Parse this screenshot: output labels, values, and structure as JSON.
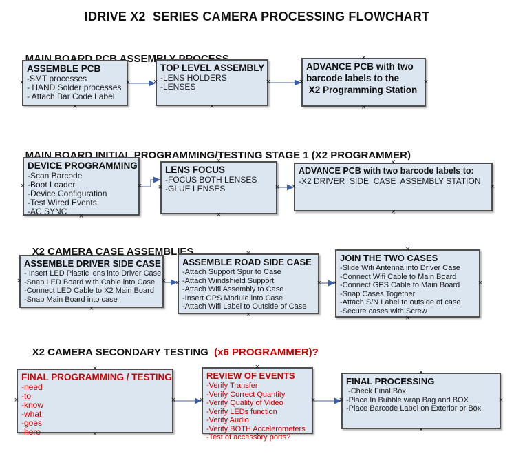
{
  "title": "IDRIVE X2  SERIES CAMERA PROCESSING FLOWCHART",
  "colors": {
    "box_fill": "#dce6f1",
    "box_border": "#4f4f4f",
    "connector_line": "#8595ba",
    "connector_arrow": "#3b5ea9",
    "accent_red": "#cc0000"
  },
  "icons": {
    "connection_handle": "×"
  },
  "sections": [
    {
      "heading": "MAIN BOARD PCB ASSEMBLY PROCESS",
      "boxes": [
        {
          "title": "ASSEMBLE PCB",
          "items": [
            "-SMT processes",
            "- HAND Solder processes",
            "- Attach Bar Code Label"
          ]
        },
        {
          "title": "TOP LEVEL ASSEMBLY",
          "items": [
            "-LENS HOLDERS",
            "-LENSES"
          ]
        },
        {
          "title": "ADVANCE PCB with two\nbarcode labels to the\n X2 Programming Station",
          "items": []
        }
      ]
    },
    {
      "heading": "MAIN BOARD INITIAL PROGRAMMING/TESTING STAGE 1 (X2 PROGRAMMER)",
      "boxes": [
        {
          "title": "DEVICE PROGRAMMING",
          "items": [
            "-Scan Barcode",
            "-Boot Loader",
            "-Device Configuration",
            "-Test Wired Events",
            "-AC SYNC"
          ]
        },
        {
          "title": "LENS FOCUS",
          "items": [
            "-FOCUS BOTH LENSES",
            "-GLUE LENSES"
          ]
        },
        {
          "title": "ADVANCE PCB with two barcode labels to:",
          "items": [
            "-X2 DRIVER  SIDE  CASE  ASSEMBLY STATION"
          ]
        }
      ]
    },
    {
      "heading": "X2 CAMERA CASE ASSEMBLIES",
      "boxes": [
        {
          "title": "ASSEMBLE DRIVER SIDE CASE",
          "items": [
            "- Insert LED Plastic lens into Driver Case",
            "-Snap LED Board with Cable into Case",
            "-Connect LED Cable to X2 Main Board",
            "-Snap Main Board into case"
          ]
        },
        {
          "title": "ASSEMBLE ROAD SIDE CASE",
          "items": [
            "-Attach Support Spur to Case",
            "-Attach Windshield Support",
            "-Attach Wifi Assembly to Case",
            "-Insert GPS Module into Case",
            "-Attach Wifi Label to Outside of Case"
          ]
        },
        {
          "title": "JOIN THE TWO CASES",
          "items": [
            "-Slide Wifi Antenna into Driver Case",
            "-Connect Wifi Cable to Main Board",
            "-Connect GPS Cable to Main Board",
            "-Snap Cases Together",
            "-Attach S/N Label to outside of case",
            "-Secure cases with Screw"
          ]
        }
      ]
    },
    {
      "heading": "X2 CAMERA SECONDARY TESTING ",
      "heading_suffix": " (x6 PROGRAMMER)?",
      "boxes": [
        {
          "title": "FINAL PROGRAMMING / TESTING",
          "items": [
            "-need",
            "-to",
            "-know",
            "-what",
            "-goes",
            "-here"
          ]
        },
        {
          "title": "REVIEW OF EVENTS",
          "items": [
            "-Verify Transfer",
            "-Verify Correct Quantity",
            "-Verify Quality of Video",
            "-Verify LEDs function",
            "-Verify Audio",
            "-Verify BOTH Accelerometers",
            "-Test of accessory ports?"
          ]
        },
        {
          "title": "FINAL PROCESSING",
          "items": [
            " -Check Final Box",
            "-Place In Bubble wrap Bag and BOX",
            "-Place Barcode Label on Exterior or Box"
          ]
        }
      ]
    }
  ]
}
